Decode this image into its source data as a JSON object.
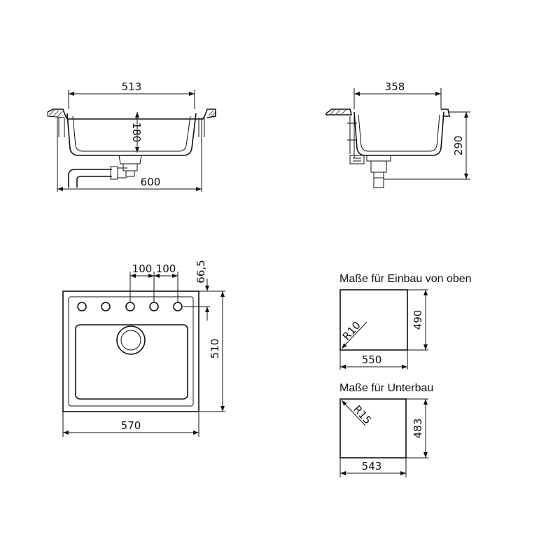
{
  "side_view": {
    "top_width": "513",
    "depth": "180",
    "overall_width": "600"
  },
  "end_view": {
    "top_width": "358",
    "height": "290"
  },
  "top_view": {
    "hole_spacing_1": "100",
    "hole_spacing_2": "100",
    "hole_offset": "66,5",
    "width": "570",
    "depth": "510"
  },
  "cutout_top": {
    "title": "Maße für Einbau von oben",
    "width": "550",
    "depth": "490",
    "radius": "R10"
  },
  "cutout_under": {
    "title": "Maße für Unterbau",
    "width": "543",
    "depth": "483",
    "radius": "R15"
  },
  "colors": {
    "line": "#111111",
    "background": "#ffffff"
  }
}
